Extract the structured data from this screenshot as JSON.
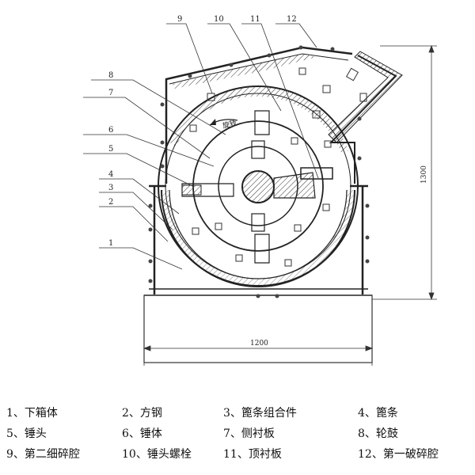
{
  "callouts": [
    "1",
    "2",
    "3",
    "4",
    "5",
    "6",
    "7",
    "8",
    "9",
    "10",
    "11",
    "12"
  ],
  "rotation_label": "旋转",
  "dimensions": {
    "width": "1200",
    "height": "1300"
  },
  "legend": [
    [
      "1、下箱体",
      "2、方钢",
      "3、篦条组合件",
      "4、篦条"
    ],
    [
      "5、锤头",
      "6、锤体",
      "7、侧衬板",
      "8、轮鼓"
    ],
    [
      "9、第二细碎腔",
      "10、锤头螺栓",
      "11、顶衬板",
      "12、第一破碎腔"
    ]
  ]
}
